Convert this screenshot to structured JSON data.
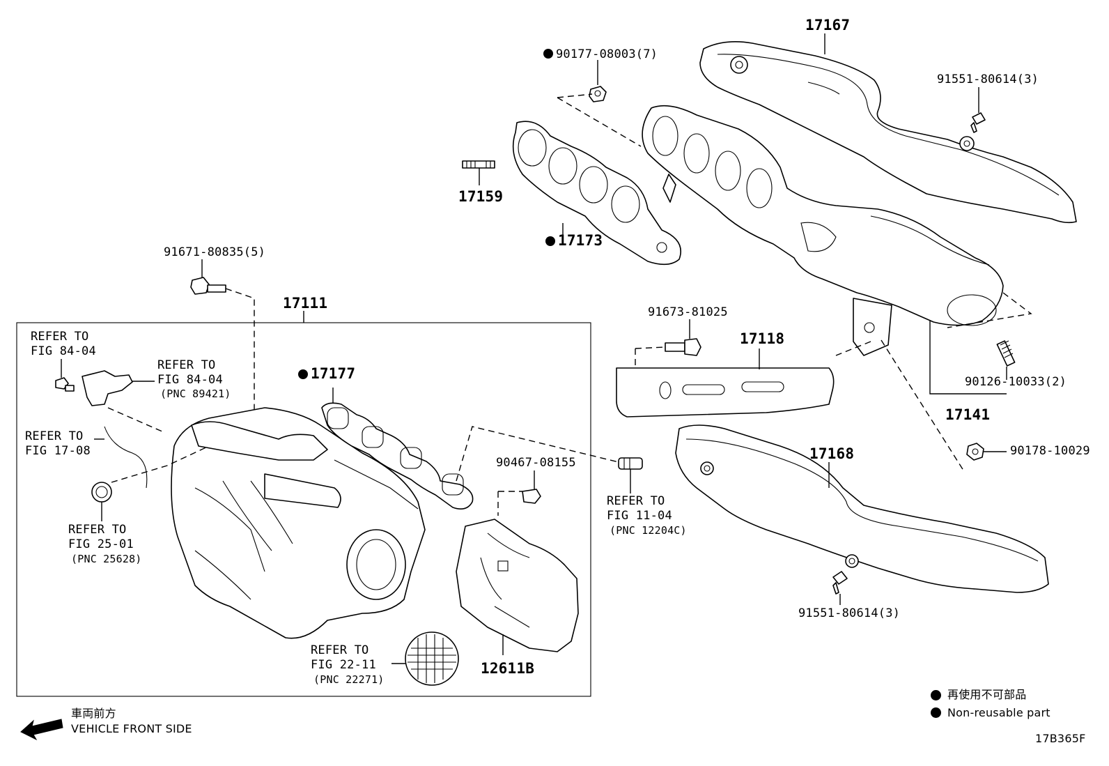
{
  "parts": {
    "p17167": "17167",
    "p90177": "90177-08003(7)",
    "p91551_top": "91551-80614(3)",
    "p17159": "17159",
    "p17173": "17173",
    "p91671": "91671-80835(5)",
    "p17111": "17111",
    "p91673": "91673-81025",
    "p17118": "17118",
    "p90126": "90126-10033(2)",
    "p17141": "17141",
    "p90178": "90178-10029",
    "p17177": "17177",
    "p17168": "17168",
    "p90467": "90467-08155",
    "p12611B": "12611B",
    "p91551_bot": "91551-80614(3)"
  },
  "refs": {
    "r84_left_1": "REFER TO",
    "r84_left_2": "FIG 84-04",
    "r84_right_1": "REFER TO",
    "r84_right_2": "FIG 84-04",
    "r84_right_3": "(PNC 89421)",
    "r17_1": "REFER TO",
    "r17_2": "FIG 17-08",
    "r25_1": "REFER TO",
    "r25_2": "FIG 25-01",
    "r25_3": "(PNC 25628)",
    "r11_1": "REFER TO",
    "r11_2": "FIG 11-04",
    "r11_3": "(PNC 12204C)",
    "r22_1": "REFER TO",
    "r22_2": "FIG 22-11",
    "r22_3": "(PNC 22271)"
  },
  "legend": {
    "jp": "再使用不可部品",
    "en": "Non-reusable part"
  },
  "direction": {
    "jp": "車両前方",
    "en": "VEHICLE FRONT SIDE"
  },
  "figure_id": "17B365F"
}
